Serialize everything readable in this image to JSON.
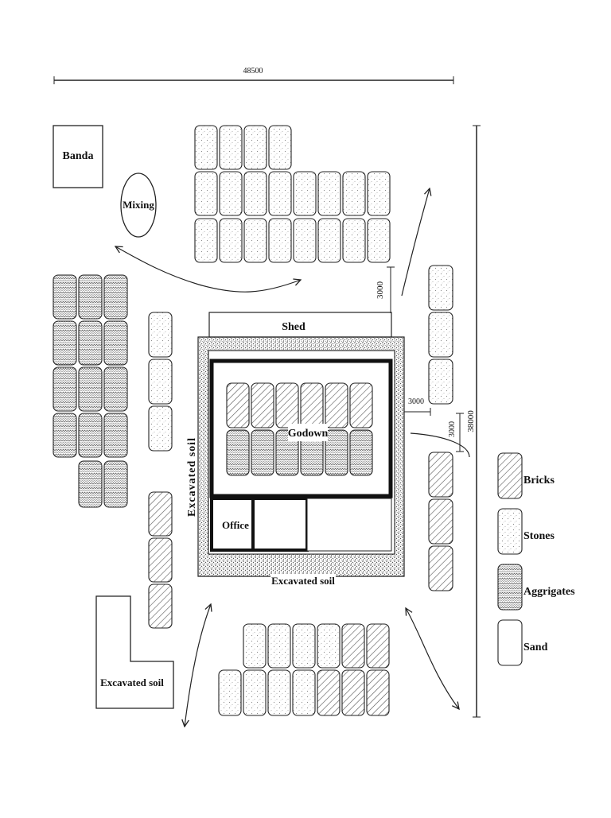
{
  "dimensions": {
    "width_label": "48500",
    "height_label": "38000",
    "gap_top": "3000",
    "gap_right_h": "3000",
    "gap_right_v": "3000"
  },
  "labels": {
    "banda": "Banda",
    "mixing": "Mixing",
    "shed": "Shed",
    "godown": "Godown",
    "office": "Office",
    "excavated_soil_left": "Excavated soil",
    "excavated_soil_bottom": "Excavated soil",
    "excavated_soil_pile": "Excavated soil"
  },
  "legend": [
    {
      "material": "bricks",
      "label": "Bricks"
    },
    {
      "material": "stones",
      "label": "Stones"
    },
    {
      "material": "aggregates",
      "label": "Aggrigates"
    },
    {
      "material": "sand",
      "label": "Sand"
    }
  ]
}
